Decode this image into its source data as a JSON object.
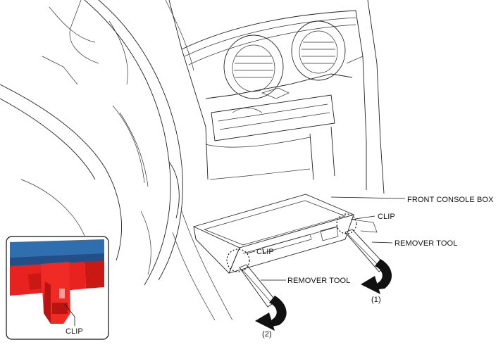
{
  "labels": {
    "front_console_box": "FRONT CONSOLE BOX",
    "clip_right": "CLIP",
    "remover_tool_right": "REMOVER TOOL",
    "clip_center": "CLIP",
    "remover_tool_left": "REMOVER TOOL",
    "step_1": "(1)",
    "step_2": "(2)",
    "inset_clip": "CLIP"
  },
  "colors": {
    "inset_clip": "#e8231f",
    "inset_clip_dark": "#b81412",
    "inset_panel_blue": "#2f6fb0",
    "line_art": "#222222",
    "arrow_fill": "#111111"
  }
}
